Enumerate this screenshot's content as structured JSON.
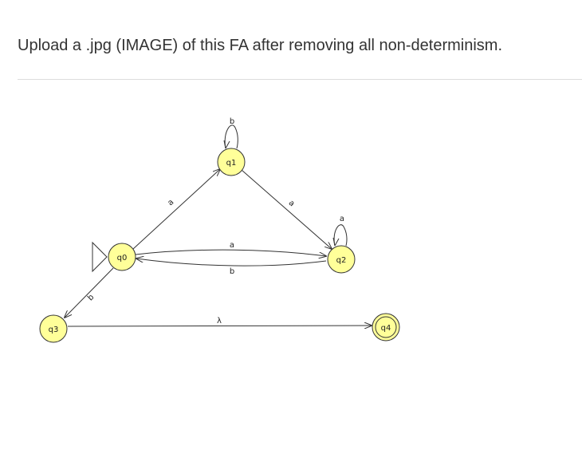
{
  "question": {
    "text": "Upload a .jpg (IMAGE) of this FA after removing all non-determinism."
  },
  "automaton": {
    "colors": {
      "state_fill": "#ffff99",
      "stroke": "#333333"
    },
    "start_state": "q0",
    "final_states": [
      "q4"
    ],
    "states": [
      {
        "id": "q0",
        "label": "q0"
      },
      {
        "id": "q1",
        "label": "q1"
      },
      {
        "id": "q2",
        "label": "q2"
      },
      {
        "id": "q3",
        "label": "q3"
      },
      {
        "id": "q4",
        "label": "q4"
      }
    ],
    "transitions": [
      {
        "from": "q1",
        "to": "q1",
        "label": "b"
      },
      {
        "from": "q0",
        "to": "q1",
        "label": "a"
      },
      {
        "from": "q1",
        "to": "q2",
        "label": "a"
      },
      {
        "from": "q2",
        "to": "q2",
        "label": "a"
      },
      {
        "from": "q0",
        "to": "q2",
        "label": "a"
      },
      {
        "from": "q2",
        "to": "q0",
        "label": "b"
      },
      {
        "from": "q0",
        "to": "q3",
        "label": "b"
      },
      {
        "from": "q3",
        "to": "q4",
        "label": "λ"
      }
    ]
  }
}
